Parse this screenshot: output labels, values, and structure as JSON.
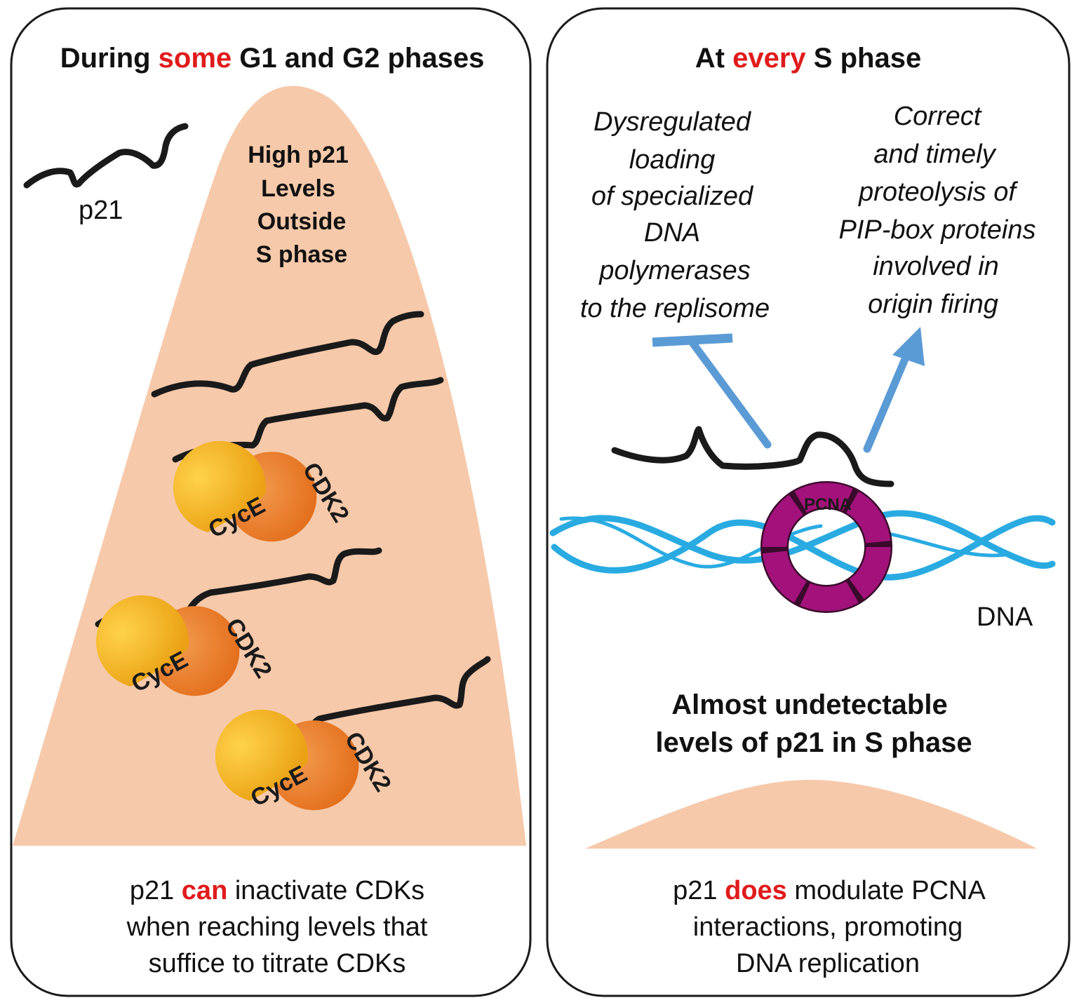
{
  "left_panel": {
    "title_pre": "During ",
    "title_highlight": "some",
    "title_post": " G1 and G2 phases",
    "legend_label": "p21",
    "peak_lines": [
      "High p21",
      "Levels",
      "Outside",
      "S phase"
    ],
    "cyclin_label": "CycE",
    "cdk_label": "CDK2",
    "caption_line1_pre": "p21 ",
    "caption_line1_highlight": "can",
    "caption_line1_post": " inactivate CDKs",
    "caption_line2": "when reaching levels that",
    "caption_line3": "suffice to titrate CDKs"
  },
  "right_panel": {
    "title_pre": "At ",
    "title_highlight": "every",
    "title_post": " S phase",
    "inhibited_text": [
      "Dysregulated",
      "loading",
      "of specialized",
      "DNA",
      "polymerases",
      "to the replisome"
    ],
    "promoted_text": [
      "Correct",
      "and timely",
      "proteolysis of",
      "PIP-box proteins",
      "involved  in",
      "origin firing"
    ],
    "pcna_label": "PCNA",
    "dna_label": "DNA",
    "low_level_line1": "Almost undetectable",
    "low_level_line2": "levels of p21 in S phase",
    "caption_line1_pre": "p21 ",
    "caption_line1_highlight": "does",
    "caption_line1_post": " modulate PCNA",
    "caption_line2": "interactions, promoting",
    "caption_line3": "DNA replication"
  },
  "colors": {
    "highlight": "#e01b1b",
    "peak_fill": "#f6c9aa",
    "arrow": "#5b9bd5",
    "dna": "#29abe2",
    "pcna": "#a3127a",
    "cyclin": "#f6b81c",
    "cdk": "#ec7b2c"
  }
}
